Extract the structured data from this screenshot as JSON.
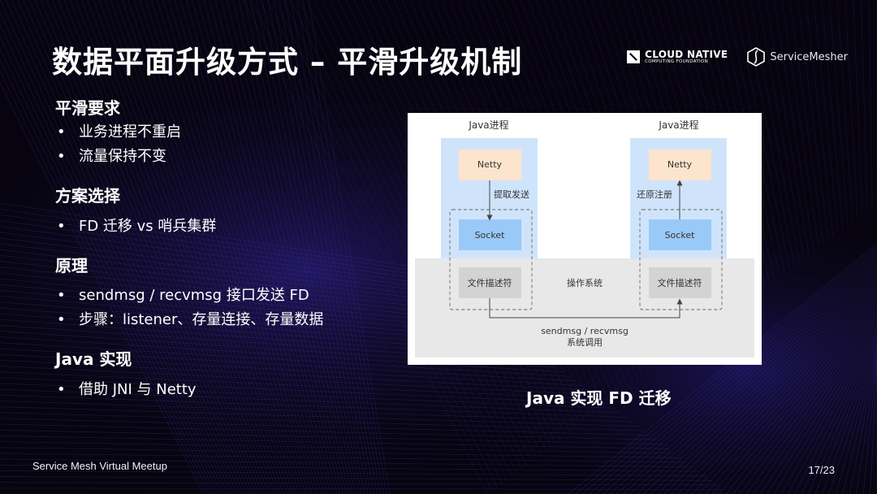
{
  "slide": {
    "title": "数据平面升级方式 – 平滑升级机制",
    "page_number": "17/23",
    "footer_event": "Service Mesh Virtual Meetup"
  },
  "logos": {
    "cncf_line1": "CLOUD NATIVE",
    "cncf_line2": "COMPUTING FOUNDATION",
    "servicemesher": "ServiceMesher"
  },
  "sections": [
    {
      "heading": "平滑要求",
      "bullets": [
        "业务进程不重启",
        "流量保持不变"
      ]
    },
    {
      "heading": "方案选择",
      "bullets": [
        "FD 迁移 vs 哨兵集群"
      ]
    },
    {
      "heading": "原理",
      "bullets": [
        "sendmsg / recvmsg 接口发送 FD",
        "步骤：listener、存量连接、存量数据"
      ]
    },
    {
      "heading": "Java 实现",
      "bullets": [
        "借助 JNI 与 Netty"
      ]
    }
  ],
  "bullet_glyph": "•",
  "diagram": {
    "left_process_label": "Java进程",
    "right_process_label": "Java进程",
    "left_netty": "Netty",
    "right_netty": "Netty",
    "left_socket": "Socket",
    "right_socket": "Socket",
    "left_fd": "文件描述符",
    "right_fd": "文件描述符",
    "os_label": "操作系统",
    "left_arrow_label": "提取发送",
    "right_arrow_label": "还原注册",
    "syscall_line1": "sendmsg / recvmsg",
    "syscall_line2": "系统调用",
    "colors": {
      "process_bg": "#cfe4fb",
      "netty_bg": "#fde4cc",
      "socket_bg": "#99c9f7",
      "fd_bg": "#d3d3d3",
      "os_bg": "#e8e8e8"
    }
  },
  "caption": "Java 实现 FD 迁移"
}
